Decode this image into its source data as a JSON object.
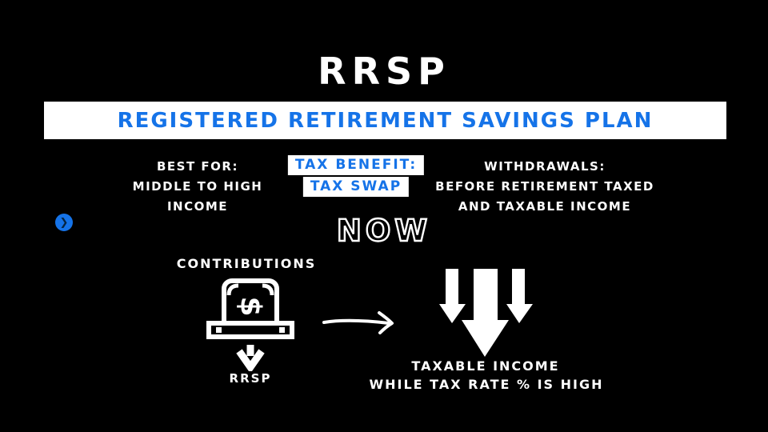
{
  "colors": {
    "bg": "#000000",
    "accent_blue": "#1573e8",
    "white": "#ffffff",
    "chevron_dark": "#052440"
  },
  "header": {
    "title": "RRSP",
    "banner": "REGISTERED RETIREMENT SAVINGS PLAN"
  },
  "info_row": {
    "best_for": {
      "line1": "BEST FOR:",
      "line2": "MIDDLE TO HIGH",
      "line3": "INCOME"
    },
    "tax_benefit": {
      "line1": "TAX BENEFIT:",
      "line2": "TAX SWAP"
    },
    "withdrawals": {
      "line1": "WITHDRAWALS:",
      "line2": "BEFORE RETIREMENT TAXED",
      "line3": "AND TAXABLE INCOME"
    }
  },
  "timeline": {
    "now_label": "NOW"
  },
  "diagram": {
    "contributions_label": "CONTRIBUTIONS",
    "money_symbol": "$",
    "rrsp_label": "RRSP",
    "taxable_line1": "TAXABLE INCOME",
    "taxable_line2": "WHILE TAX RATE % IS HIGH"
  },
  "icons": {
    "bullet": "chevron-right-icon",
    "bullet_glyph": "❯",
    "money": "banknote-deposit-icon",
    "down_arrow": "arrow-down-icon",
    "flow_arrow": "curved-arrow-right-icon",
    "triple_arrows": "triple-down-arrows-icon"
  }
}
